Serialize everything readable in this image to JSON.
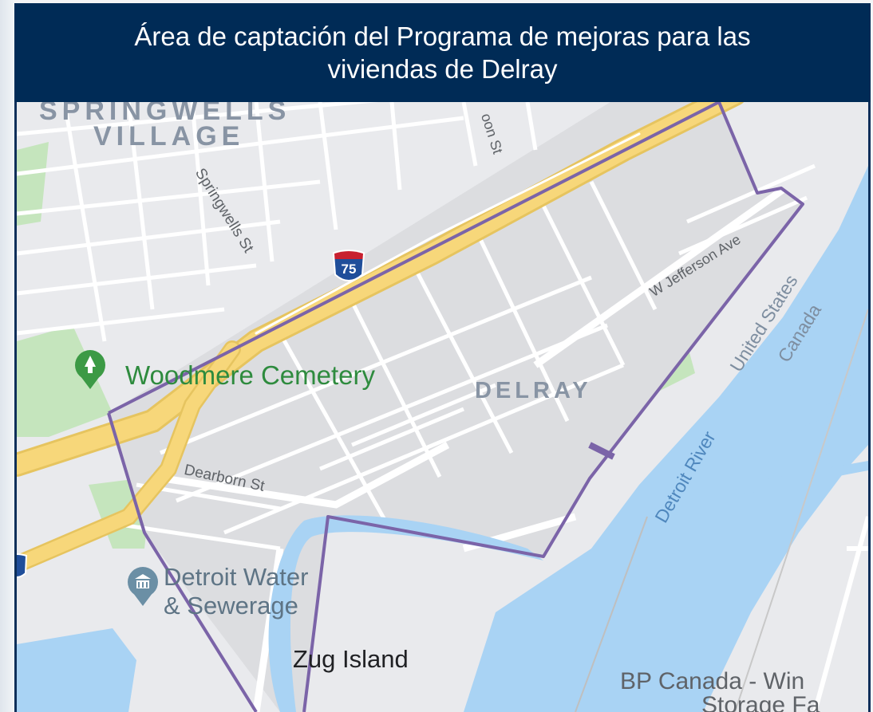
{
  "title": {
    "line1": "Área de captación del Programa de mejoras para las",
    "line2": "viviendas de Delray"
  },
  "map": {
    "labels": {
      "neighborhood_top_1": "SPRINGWELLS",
      "neighborhood_top_2": "VILLAGE",
      "street_top": "oon St",
      "springwells_st": "Springwells St",
      "jefferson_ave": "W Jefferson Ave",
      "border_us": "United States",
      "border_canada": "Canada",
      "cemetery": "Woodmere Cemetery",
      "neighborhood": "DELRAY",
      "river": "Detroit River",
      "dearborn_st": "Dearborn St",
      "water_line1": "Detroit Water",
      "water_line2": "& Sewerage",
      "island": "Zug Island",
      "bp_line1": "BP Canada - Win",
      "bp_line2": "Storage Fa"
    },
    "highway_shield": "75",
    "icons": {
      "cemetery": "tree-pin-icon",
      "water": "building-pin-icon"
    },
    "colors": {
      "title_bg": "#002b56",
      "water": "#a9d3f4",
      "highway": "#f7d77a",
      "boundary": "#7b64a8",
      "park": "#b7e0b0",
      "land": "#e9eaed",
      "district": "#dcdde0",
      "cemetery_label": "#2e8b3e"
    }
  }
}
